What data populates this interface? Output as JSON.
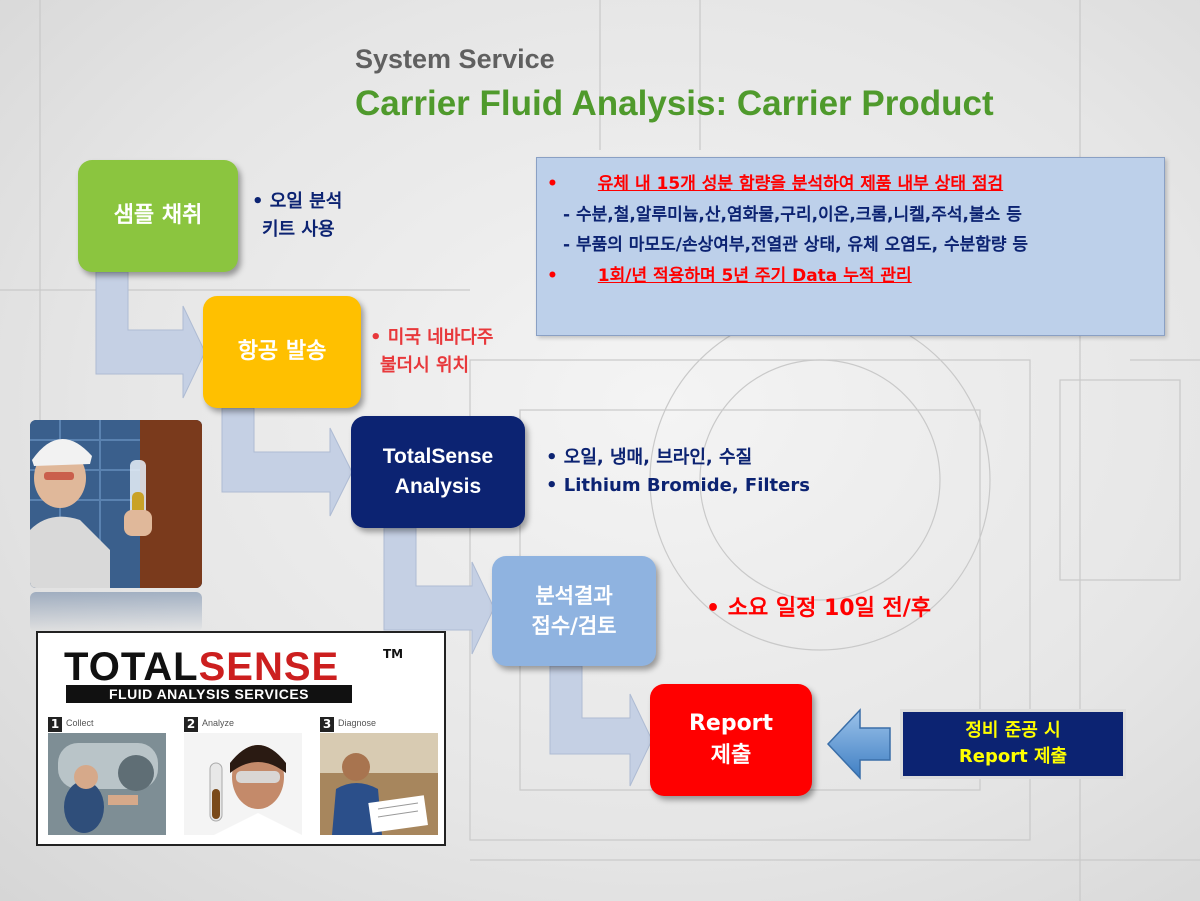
{
  "title": {
    "sub": "System Service",
    "main": "Carrier Fluid Analysis: Carrier Product"
  },
  "flow": [
    {
      "line1": "샘플 채취",
      "line2": "",
      "color": "#8bc53f"
    },
    {
      "line1": "항공 발송",
      "line2": "",
      "color": "#ffc000"
    },
    {
      "line1": "TotalSense",
      "line2": "Analysis",
      "color": "#0c2372"
    },
    {
      "line1": "분석결과",
      "line2": "접수/검토",
      "color": "#8fb3e0"
    },
    {
      "line1": "Report",
      "line2": "제출",
      "color": "#ff0000"
    }
  ],
  "notes": {
    "sample": {
      "line1": "• 오일 분석",
      "line2": "키트 사용"
    },
    "shipping": {
      "line1": "• 미국 네바다주",
      "line2": "불더시 위치"
    },
    "analysis": {
      "line1": "• 오일, 냉매, 브라인, 수질",
      "line2": "• Lithium Bromide, Filters"
    },
    "review": "• 소요 일정 10일 전/후"
  },
  "info_box": {
    "item1_bullet": "•",
    "item1": "유체 내 15개 성분 함량을 분석하여 제품 내부 상태 점검",
    "sub1": "- 수분,철,알루미늄,산,염화물,구리,이온,크롬,니켈,주석,불소 등",
    "sub2": "- 부품의 마모도/손상여부,전열관 상태, 유체 오염도, 수분함량 등",
    "item2_bullet": "•",
    "item2": "1회/년 적용하며 5년 주기 Data 누적 관리"
  },
  "logo": {
    "word_black": "TOTAL",
    "word_red": "SENSE",
    "tm": "TM",
    "tagline": "FLUID ANALYSIS SERVICES",
    "steps": [
      {
        "num": "1",
        "label": "Collect"
      },
      {
        "num": "2",
        "label": "Analyze"
      },
      {
        "num": "3",
        "label": "Diagnose"
      }
    ]
  },
  "callout": {
    "line1": "정비 준공 시",
    "line2": "Report 제출"
  },
  "colors": {
    "title_green": "#4f9a2c",
    "navy": "#0c2372",
    "red": "#ff0000",
    "arrow": "#c5d0e4",
    "callout_arrow": "#5b9bd5"
  }
}
